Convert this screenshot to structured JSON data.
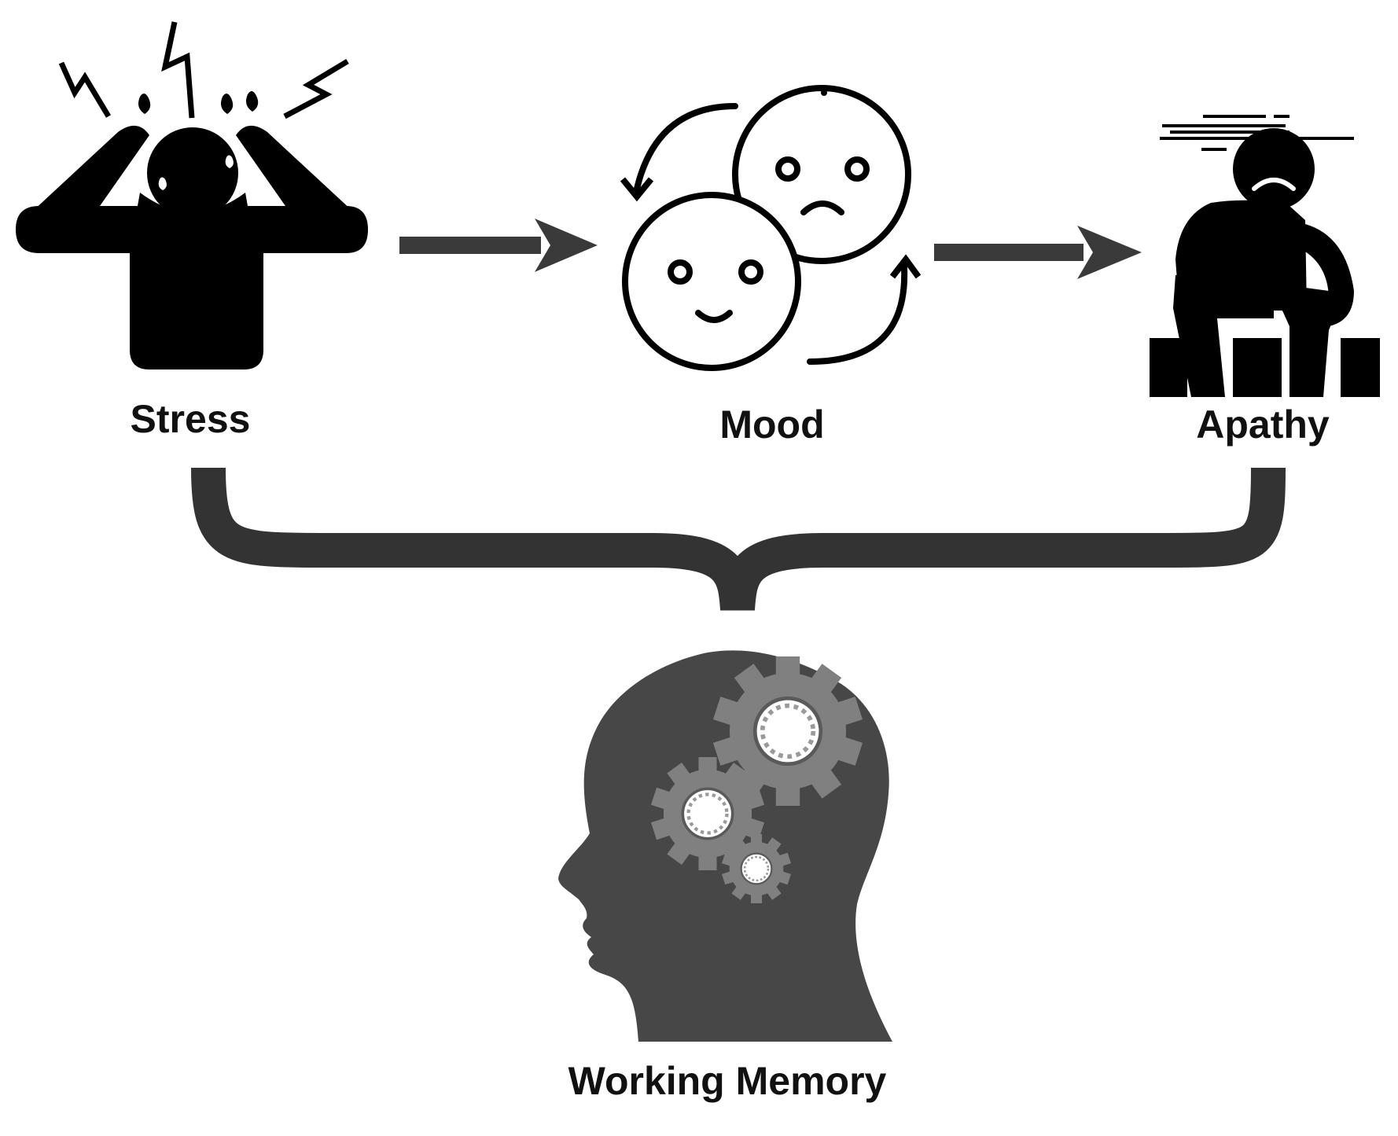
{
  "nodes": {
    "stress": {
      "label": "Stress",
      "icon": "stressed-person-icon"
    },
    "mood": {
      "label": "Mood",
      "icon": "mood-swing-faces-icon"
    },
    "apathy": {
      "label": "Apathy",
      "icon": "apathetic-sitting-person-icon"
    },
    "working_memory": {
      "label": "Working Memory",
      "icon": "head-with-gears-icon"
    }
  },
  "edges": [
    {
      "from": "Stress",
      "to": "Mood",
      "type": "arrow"
    },
    {
      "from": "Mood",
      "to": "Apathy",
      "type": "arrow"
    },
    {
      "from": [
        "Stress",
        "Apathy"
      ],
      "to": "Working Memory",
      "type": "brace"
    }
  ],
  "colors": {
    "icon": "#000000",
    "arrow": "#3a3a3a",
    "head": "#474747",
    "gear": "#808080"
  }
}
